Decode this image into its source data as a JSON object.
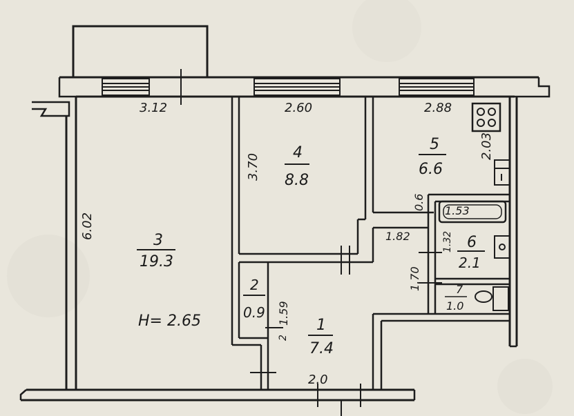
{
  "plan": {
    "ceiling_height": "H= 2.65",
    "rooms": [
      {
        "number": "1",
        "area": "7.4"
      },
      {
        "number": "2",
        "area": "0.9"
      },
      {
        "number": "3",
        "area": "19.3"
      },
      {
        "number": "4",
        "area": "8.8"
      },
      {
        "number": "5",
        "area": "6.6"
      },
      {
        "number": "6",
        "area": "2.1"
      },
      {
        "number": "7",
        "area": "1.0"
      }
    ],
    "dimensions": {
      "room3_width": "3.12",
      "room4_width": "2.60",
      "room5_width": "2.88",
      "room3_depth": "6.02",
      "room4_depth": "3.70",
      "room5_depth": "2.03",
      "corridor_width": "1.82",
      "corridor_offset": "0.6",
      "bath_width": "1.53",
      "bath_depth": "1.32",
      "corridor_depth": "1.70",
      "hall_width": "2.0",
      "closet_depth": "1.59",
      "closet_width": "2"
    }
  }
}
